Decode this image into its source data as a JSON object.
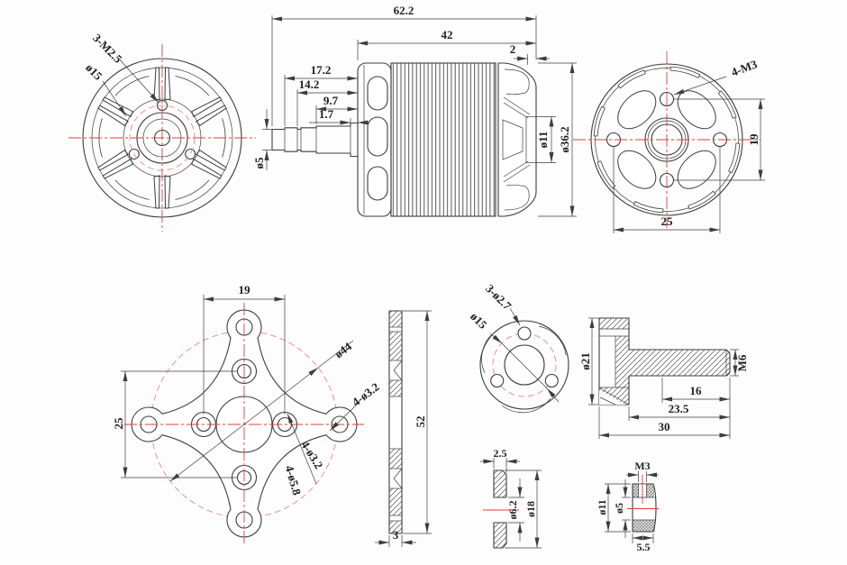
{
  "views": {
    "motor_front": {
      "labels": {
        "holes": "3-M2.5",
        "bolt_circle": "ø15"
      }
    },
    "motor_side": {
      "dims": {
        "overall_length": "62.2",
        "body_length": "42",
        "rear_offset": "2",
        "shaft_len1": "17.2",
        "shaft_len2": "14.2",
        "shaft_len3": "9.7",
        "shaft_len4": "1.7",
        "shaft_dia": "ø5",
        "boss_dia": "ø11",
        "body_dia": "ø36.2"
      }
    },
    "motor_rear": {
      "labels": {
        "holes": "4-M3",
        "hole_spacing_v": "19",
        "hole_spacing_h": "25"
      }
    },
    "mount_front": {
      "labels": {
        "hole_spacing_h": "19",
        "hole_spacing_v": "25",
        "outer_dia": "ø44",
        "tip_holes": "4-ø3.2",
        "inner_holes": "4-ø3.2",
        "counterbores": "4-ø5.8"
      }
    },
    "mount_side": {
      "dims": {
        "length": "52",
        "thickness": "3"
      }
    },
    "prop_flange": {
      "labels": {
        "holes": "3-ø2.7",
        "bolt_circle": "ø15"
      }
    },
    "prop_adapter": {
      "dims": {
        "flange_dia": "ø21",
        "thread": "M6",
        "thread_length": "16",
        "shaft_length": "23.5",
        "overall_length": "30"
      }
    },
    "washer": {
      "dims": {
        "thickness": "2.5",
        "bore_dia": "ø6.2",
        "outer_dia": "ø18"
      }
    },
    "shaft_collar": {
      "dims": {
        "thread": "M3",
        "outer_dia": "ø11",
        "bore_dia": "ø5",
        "width": "5.5"
      }
    }
  },
  "colors": {
    "line": "#3d3d3d",
    "centerline": "#e23b3b",
    "bolt_circle_dashed": "#ee8585",
    "background": "#fdfdfd",
    "text": "#1f1f1f"
  }
}
